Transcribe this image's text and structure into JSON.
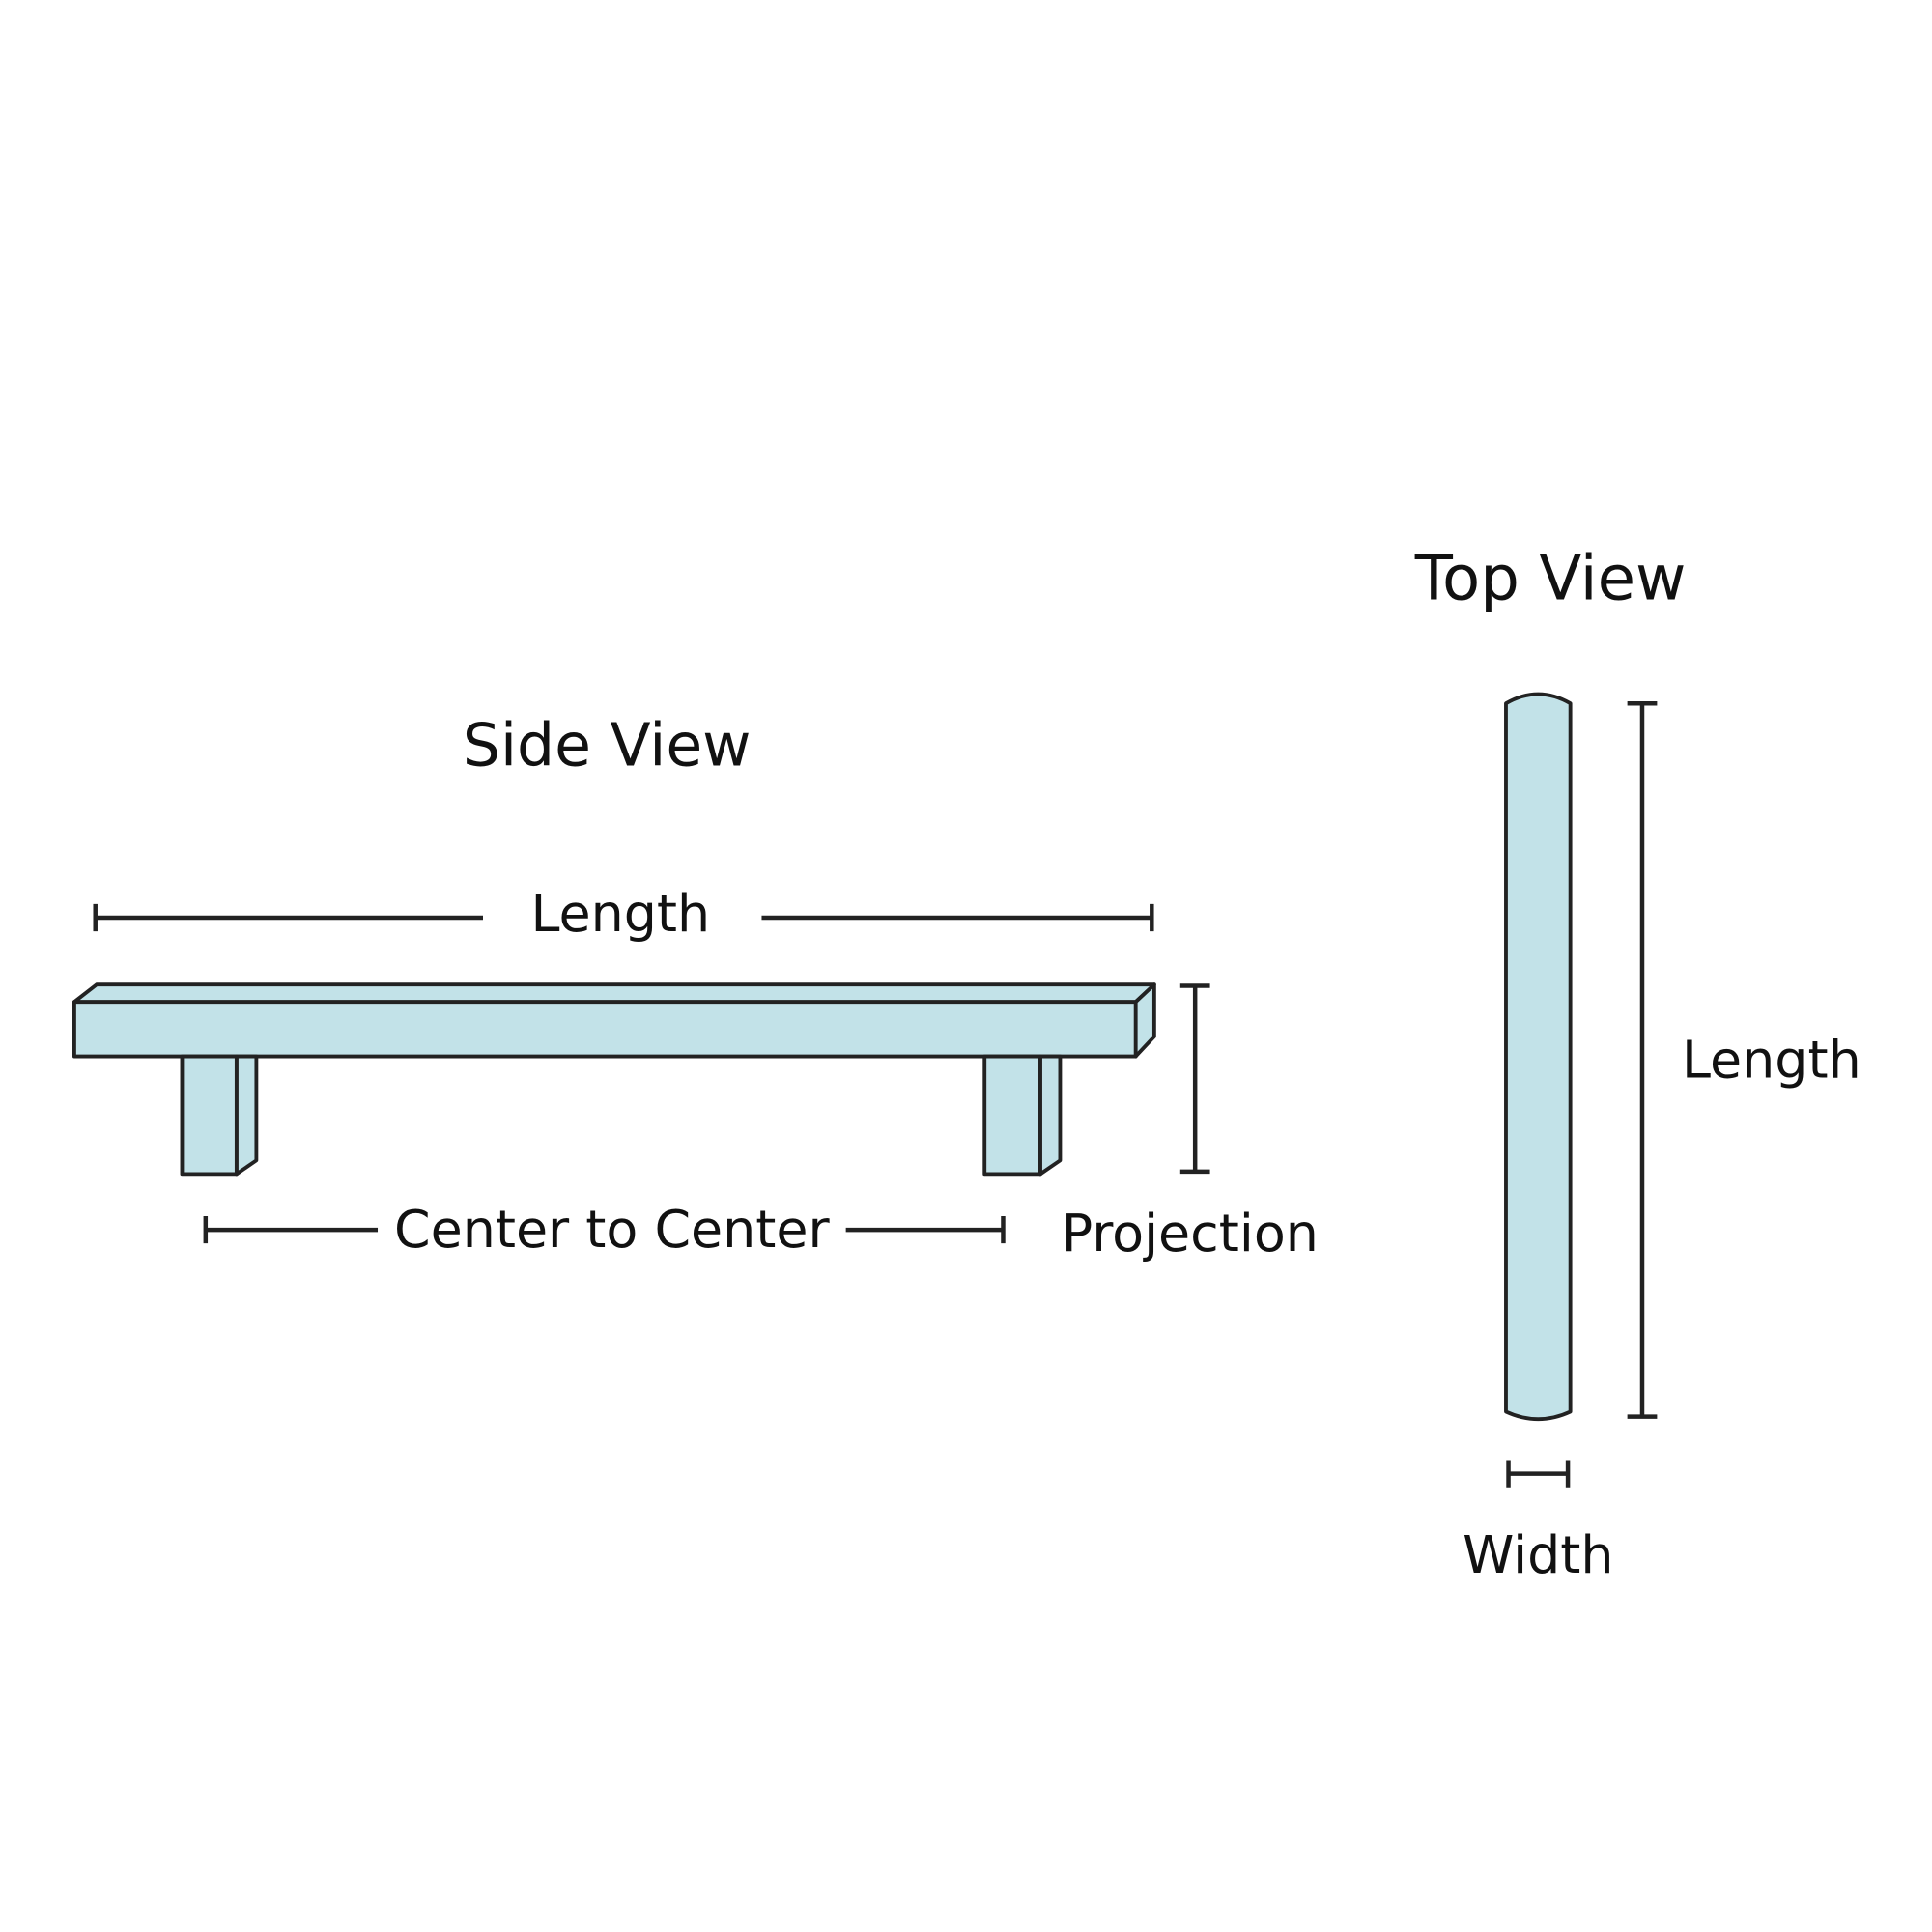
{
  "side_view": {
    "title": "Side View",
    "length_label": "Length",
    "center_to_center_label": "Center to Center",
    "projection_label": "Projection"
  },
  "top_view": {
    "title": "Top View",
    "length_label": "Length",
    "width_label": "Width"
  },
  "colors": {
    "fill": "#c2e2e8",
    "stroke": "#222222"
  }
}
